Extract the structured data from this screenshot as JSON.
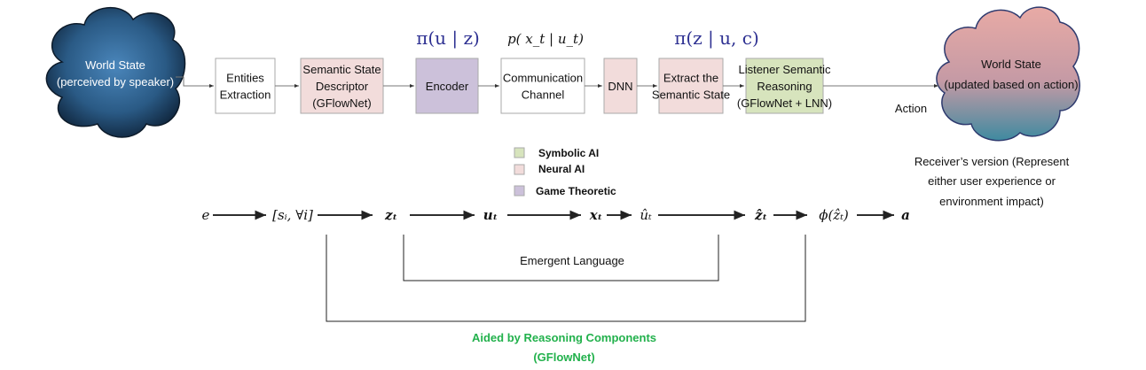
{
  "speaker_cloud": {
    "line1": "World State",
    "line2": "(perceived by speaker)"
  },
  "listener_cloud": {
    "line1": "World State",
    "line2": "(updated based on action)"
  },
  "boxes": [
    {
      "lines": [
        "Entities",
        "Extraction"
      ],
      "category": "none"
    },
    {
      "lines": [
        "Semantic State",
        "Descriptor",
        "(GFlowNet)"
      ],
      "category": "Neural AI"
    },
    {
      "lines": [
        "Encoder"
      ],
      "category": "Game Theoretic"
    },
    {
      "lines": [
        "Communication",
        "Channel"
      ],
      "category": "none"
    },
    {
      "lines": [
        "DNN"
      ],
      "category": "Neural AI"
    },
    {
      "lines": [
        "Extract the",
        "Semantic State"
      ],
      "category": "Neural AI"
    },
    {
      "lines": [
        "Listener Semantic",
        "Reasoning",
        "(GFlowNet + LNN)"
      ],
      "category": "Symbolic AI"
    }
  ],
  "formulas": {
    "encoder": "π(u | z)",
    "channel": "p( x_t | u_t)",
    "extract": "π(z | u, c)"
  },
  "action_label": "Action",
  "legend": [
    {
      "label": "Symbolic AI",
      "color": "#d7e4bd"
    },
    {
      "label": "Neural AI",
      "color": "#f2dcdb"
    },
    {
      "label": "Game Theoretic",
      "color": "#ccc1da"
    }
  ],
  "receiver_note": [
    "Receiver’s version (Represent",
    "either user experience or",
    "environment impact)"
  ],
  "chain": [
    "e",
    "[sᵢ, ∀i]",
    "zₜ",
    "uₜ",
    "xₜ",
    "ûₜ",
    "ẑₜ",
    "ϕ(ẑₜ)",
    "a"
  ],
  "emergent_label": "Emergent Language",
  "reasoning_label": [
    "Aided by Reasoning Components",
    "(GFlowNet)"
  ],
  "colors": {
    "formula": "#2e3192",
    "reasoning_label": "#22b14c",
    "speaker_cloud": "#2f5f8f",
    "listener_cloud": "#e8a9a4"
  }
}
